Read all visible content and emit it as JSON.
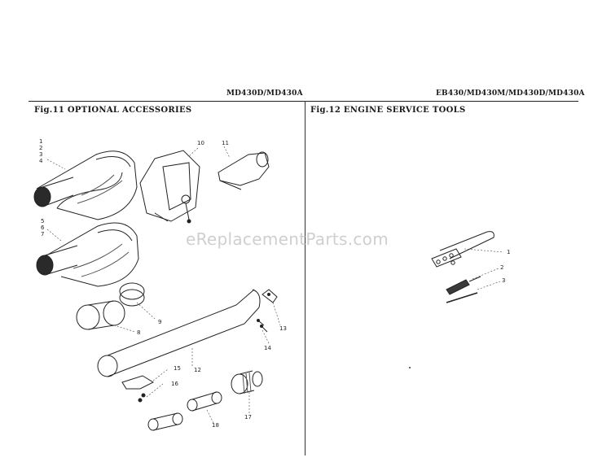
{
  "header": {
    "left_model": "MD430D/MD430A",
    "right_models": "EB430/MD430M/MD430D/MD430A"
  },
  "figures": {
    "fig11": {
      "title": "Fig.11  OPTIONAL ACCESSORIES"
    },
    "fig12": {
      "title": "Fig.12  ENGINE SERVICE TOOLS"
    }
  },
  "watermark": "eReplacementParts.com",
  "callouts_fig11": {
    "c1": "1",
    "c2": "2",
    "c3": "3",
    "c4": "4",
    "c5": "5",
    "c6": "6",
    "c7": "7",
    "c8": "8",
    "c9": "9",
    "c10": "10",
    "c11": "11",
    "c12": "12",
    "c13": "13",
    "c14": "14",
    "c15": "15",
    "c16": "16",
    "c17": "17",
    "c18": "18"
  },
  "callouts_fig12": {
    "t1": "1",
    "t2": "2",
    "t3": "3"
  }
}
